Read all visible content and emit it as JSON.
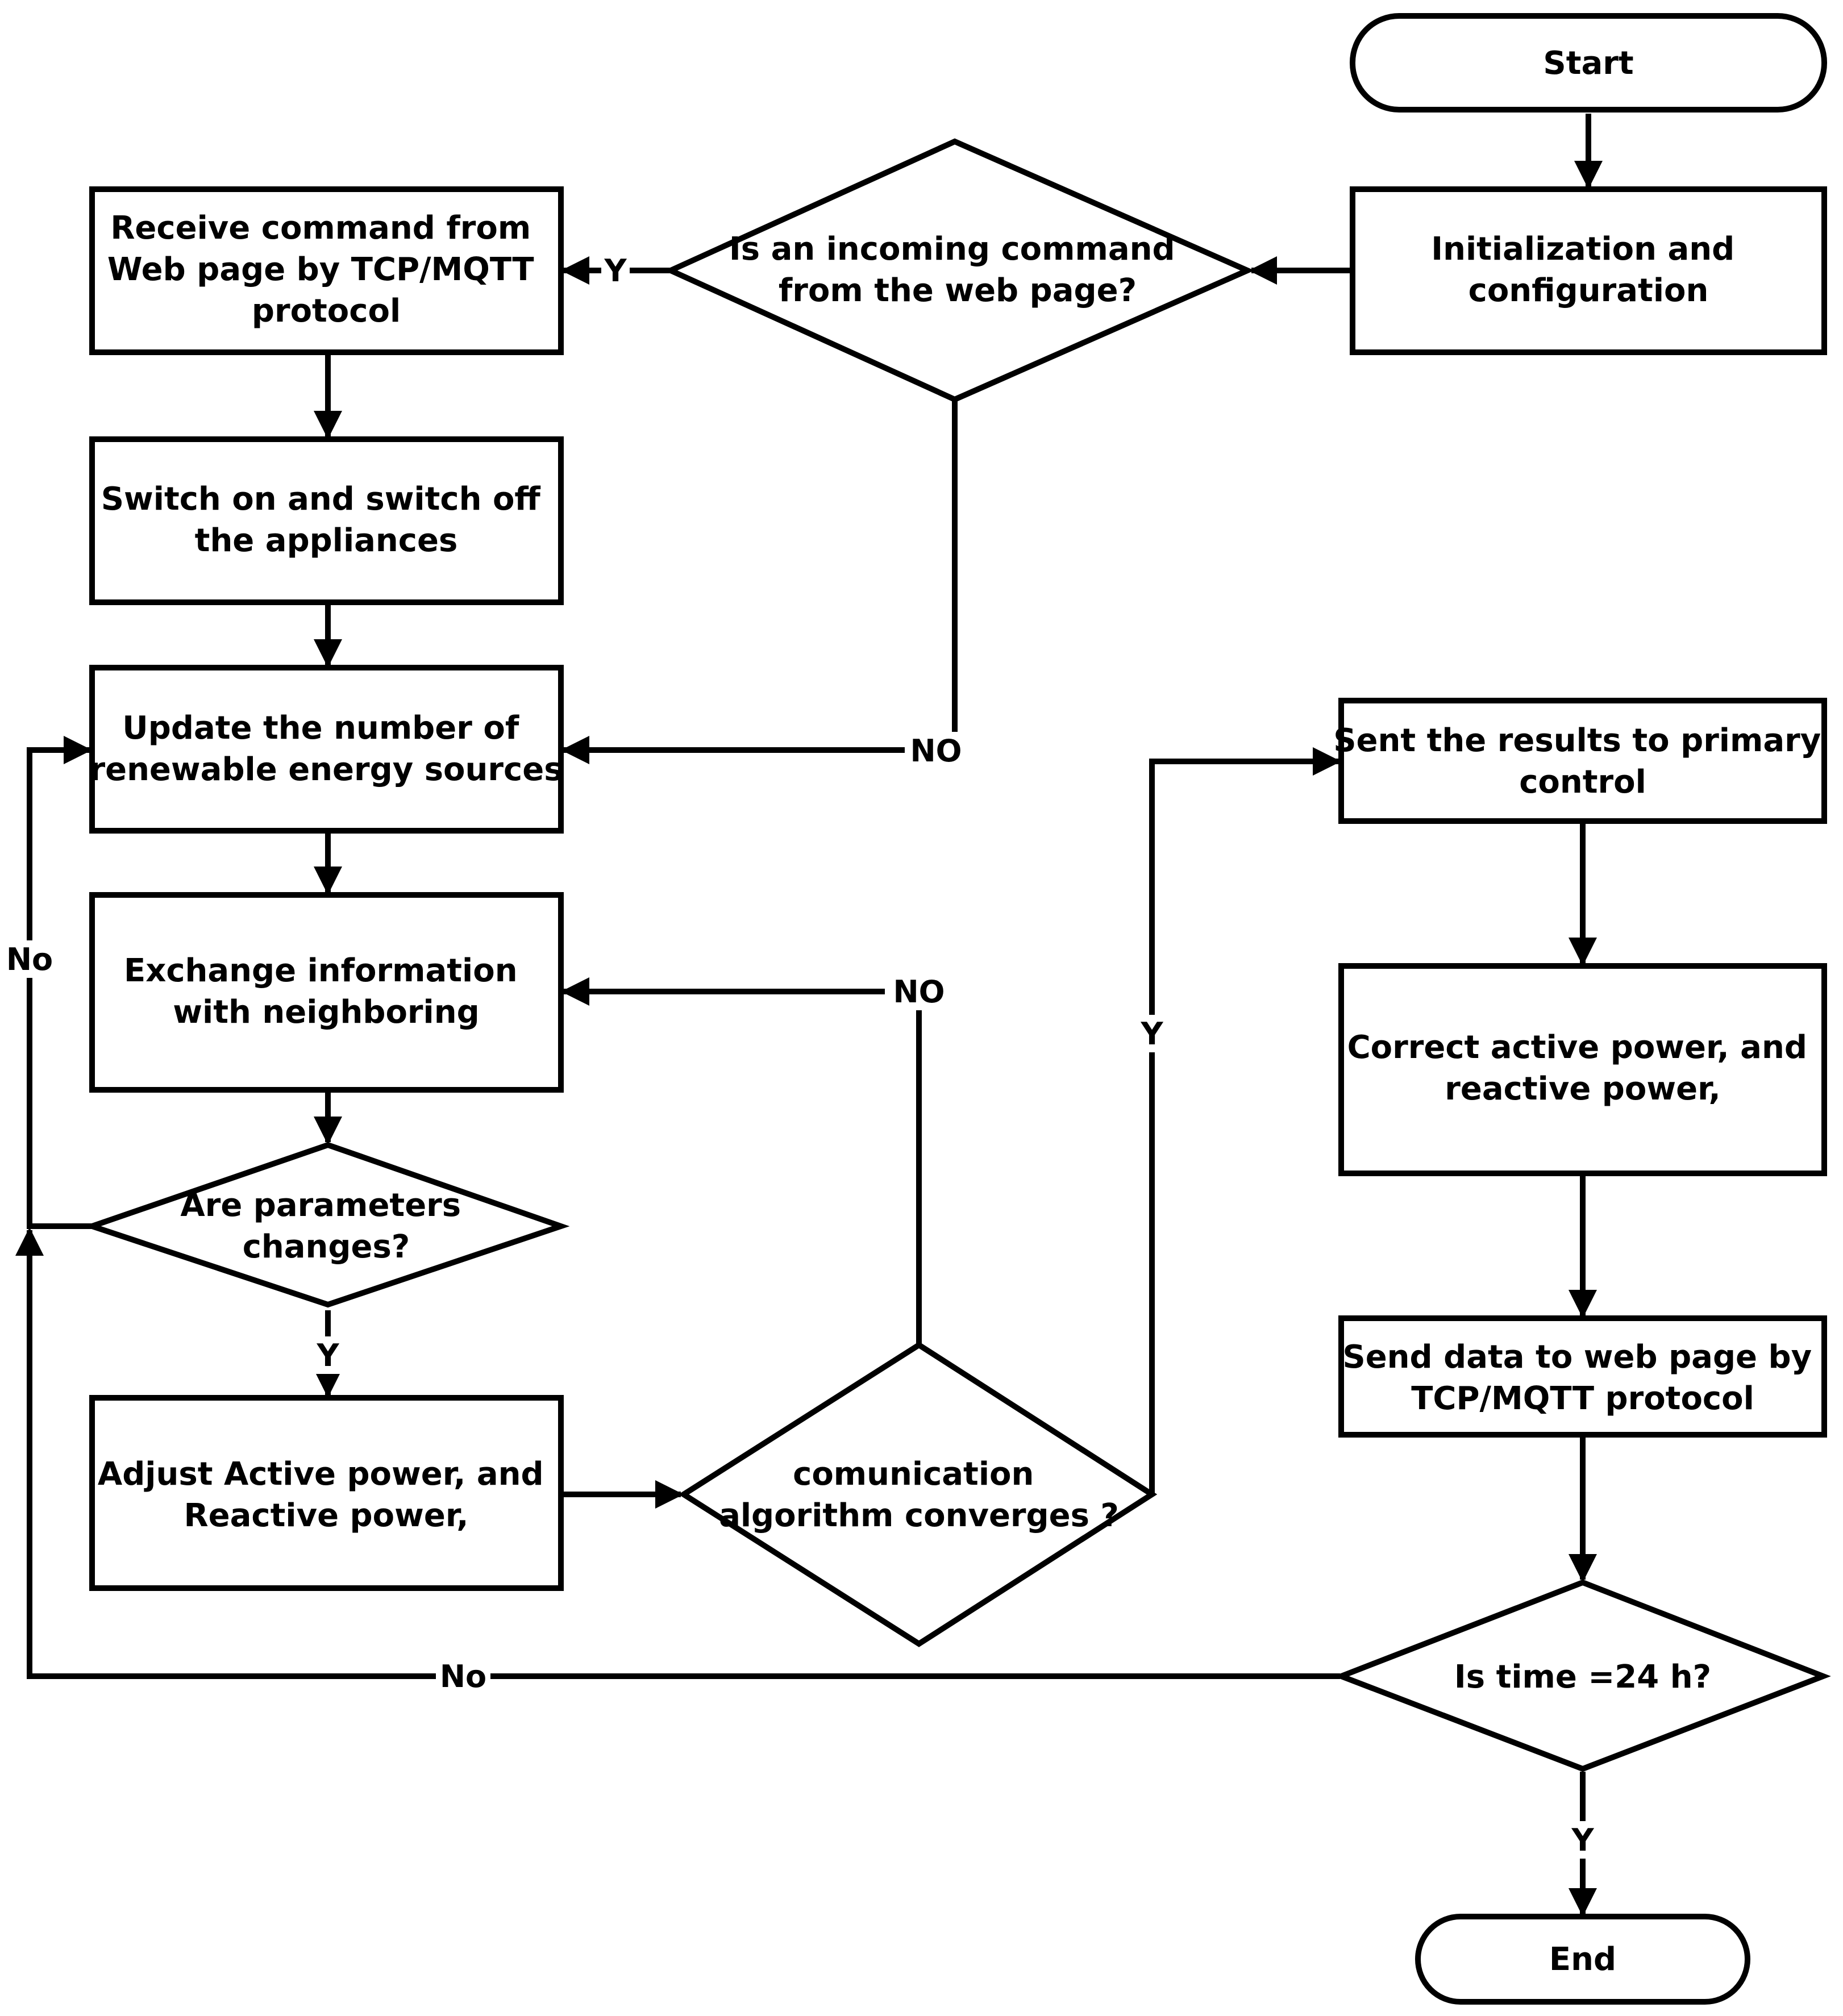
{
  "diagram": {
    "nodes": {
      "start": "Start",
      "init": [
        "Initialization and",
        "configuration"
      ],
      "incoming_command": [
        "Is an incoming command",
        "from the web page?"
      ],
      "receive_command": [
        "Receive command from",
        "Web page by TCP/MQTT",
        "protocol"
      ],
      "switch_appliances": [
        "Switch on and switch off",
        "the appliances"
      ],
      "update_sources": [
        "Update the number of",
        "renewable energy sources"
      ],
      "exchange_info": [
        "Exchange information",
        "with neighboring"
      ],
      "params_changed": [
        "Are parameters",
        "changes?"
      ],
      "adjust_power": [
        "Adjust  Active power, and",
        "Reactive power,"
      ],
      "algorithm_converges": [
        "comunication",
        "algorithm converges ?"
      ],
      "send_results": [
        "Sent the results to primary",
        "control"
      ],
      "correct_power": [
        "Correct active power, and",
        "reactive power,"
      ],
      "send_data": [
        "Send data to web page by",
        "TCP/MQTT protocol"
      ],
      "time_check": [
        "Is time =24 h?"
      ],
      "end": "End"
    },
    "edge_labels": {
      "incoming_yes": "Y",
      "incoming_no": "NO",
      "params_no": "No",
      "params_yes": "Y",
      "converge_no": "NO",
      "converge_yes": "Y",
      "time_no": "No",
      "time_yes": "Y"
    }
  }
}
